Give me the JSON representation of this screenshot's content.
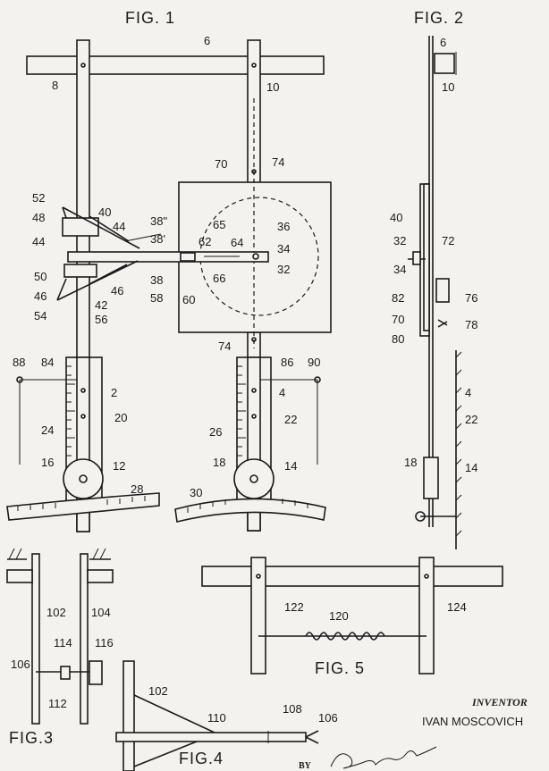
{
  "figures": {
    "fig1": "FIG. 1",
    "fig2": "FIG. 2",
    "fig3": "FIG.3",
    "fig4": "FIG.4",
    "fig5": "FIG. 5"
  },
  "refs": {
    "r6": "6",
    "r8": "8",
    "r10": "10",
    "r70": "70",
    "r74": "74",
    "r74b": "74",
    "r52": "52",
    "r48": "48",
    "r40": "40",
    "r44a": "44",
    "r44b": "44",
    "r38pp": "38\"",
    "r38p": "38'",
    "r65": "65",
    "r36": "36",
    "r62": "62",
    "r64": "64",
    "r34": "34",
    "r32": "32",
    "r50": "50",
    "r46a": "46",
    "r46b": "46",
    "r42": "42",
    "r38": "38",
    "r58": "58",
    "r60": "60",
    "r66": "66",
    "r54": "54",
    "r56": "56",
    "r88": "88",
    "r84": "84",
    "r86": "86",
    "r90": "90",
    "r2": "2",
    "r4": "4",
    "r20": "20",
    "r22": "22",
    "r24": "24",
    "r26": "26",
    "r16": "16",
    "r12": "12",
    "r18": "18",
    "r14": "14",
    "r28": "28",
    "r30": "30",
    "f2_6": "6",
    "f2_10": "10",
    "f2_40": "40",
    "f2_32": "32",
    "f2_72": "72",
    "f2_34": "34",
    "f2_82": "82",
    "f2_76": "76",
    "f2_70": "70",
    "f2_78": "78",
    "f2_80": "80",
    "f2_4": "4",
    "f2_22": "22",
    "f2_18": "18",
    "f2_14": "14",
    "f3_102": "102",
    "f3_104": "104",
    "f3_114": "114",
    "f3_116": "116",
    "f3_106": "106",
    "f3_112": "112",
    "f4_102": "102",
    "f4_108": "108",
    "f4_106": "106",
    "f4_110": "110",
    "f5_122": "122",
    "f5_120": "120",
    "f5_124": "124"
  },
  "inventor": {
    "heading": "INVENTOR",
    "name": "IVAN MOSCOVICH",
    "by": "BY"
  }
}
